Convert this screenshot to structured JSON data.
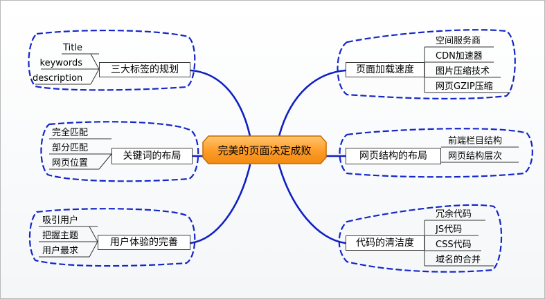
{
  "center": {
    "label": "完美的页面决定成败"
  },
  "colors": {
    "line": "#0f1fc4",
    "center_fill": "#ff9e2c",
    "center_stroke": "#c86a00"
  },
  "branches": {
    "tags": {
      "label": "三大标签的规划",
      "leaves": [
        "Title",
        "keywords",
        "description"
      ]
    },
    "keywords": {
      "label": "关键词的布局",
      "leaves": [
        "完全匹配",
        "部分匹配",
        "网页位置"
      ]
    },
    "ux": {
      "label": "用户体验的完善",
      "leaves": [
        "吸引用户",
        "把握主题",
        "用户最求"
      ]
    },
    "speed": {
      "label": "页面加载速度",
      "leaves": [
        "空间服务商",
        "CDN加速器",
        "图片压缩技术",
        "网页GZIP压缩"
      ]
    },
    "structure": {
      "label": "网页结构的布局",
      "leaves": [
        "前端栏目结构",
        "网页结构层次"
      ]
    },
    "code": {
      "label": "代码的清洁度",
      "leaves": [
        "冗余代码",
        "JS代码",
        "CSS代码",
        "域名的合并"
      ]
    }
  }
}
